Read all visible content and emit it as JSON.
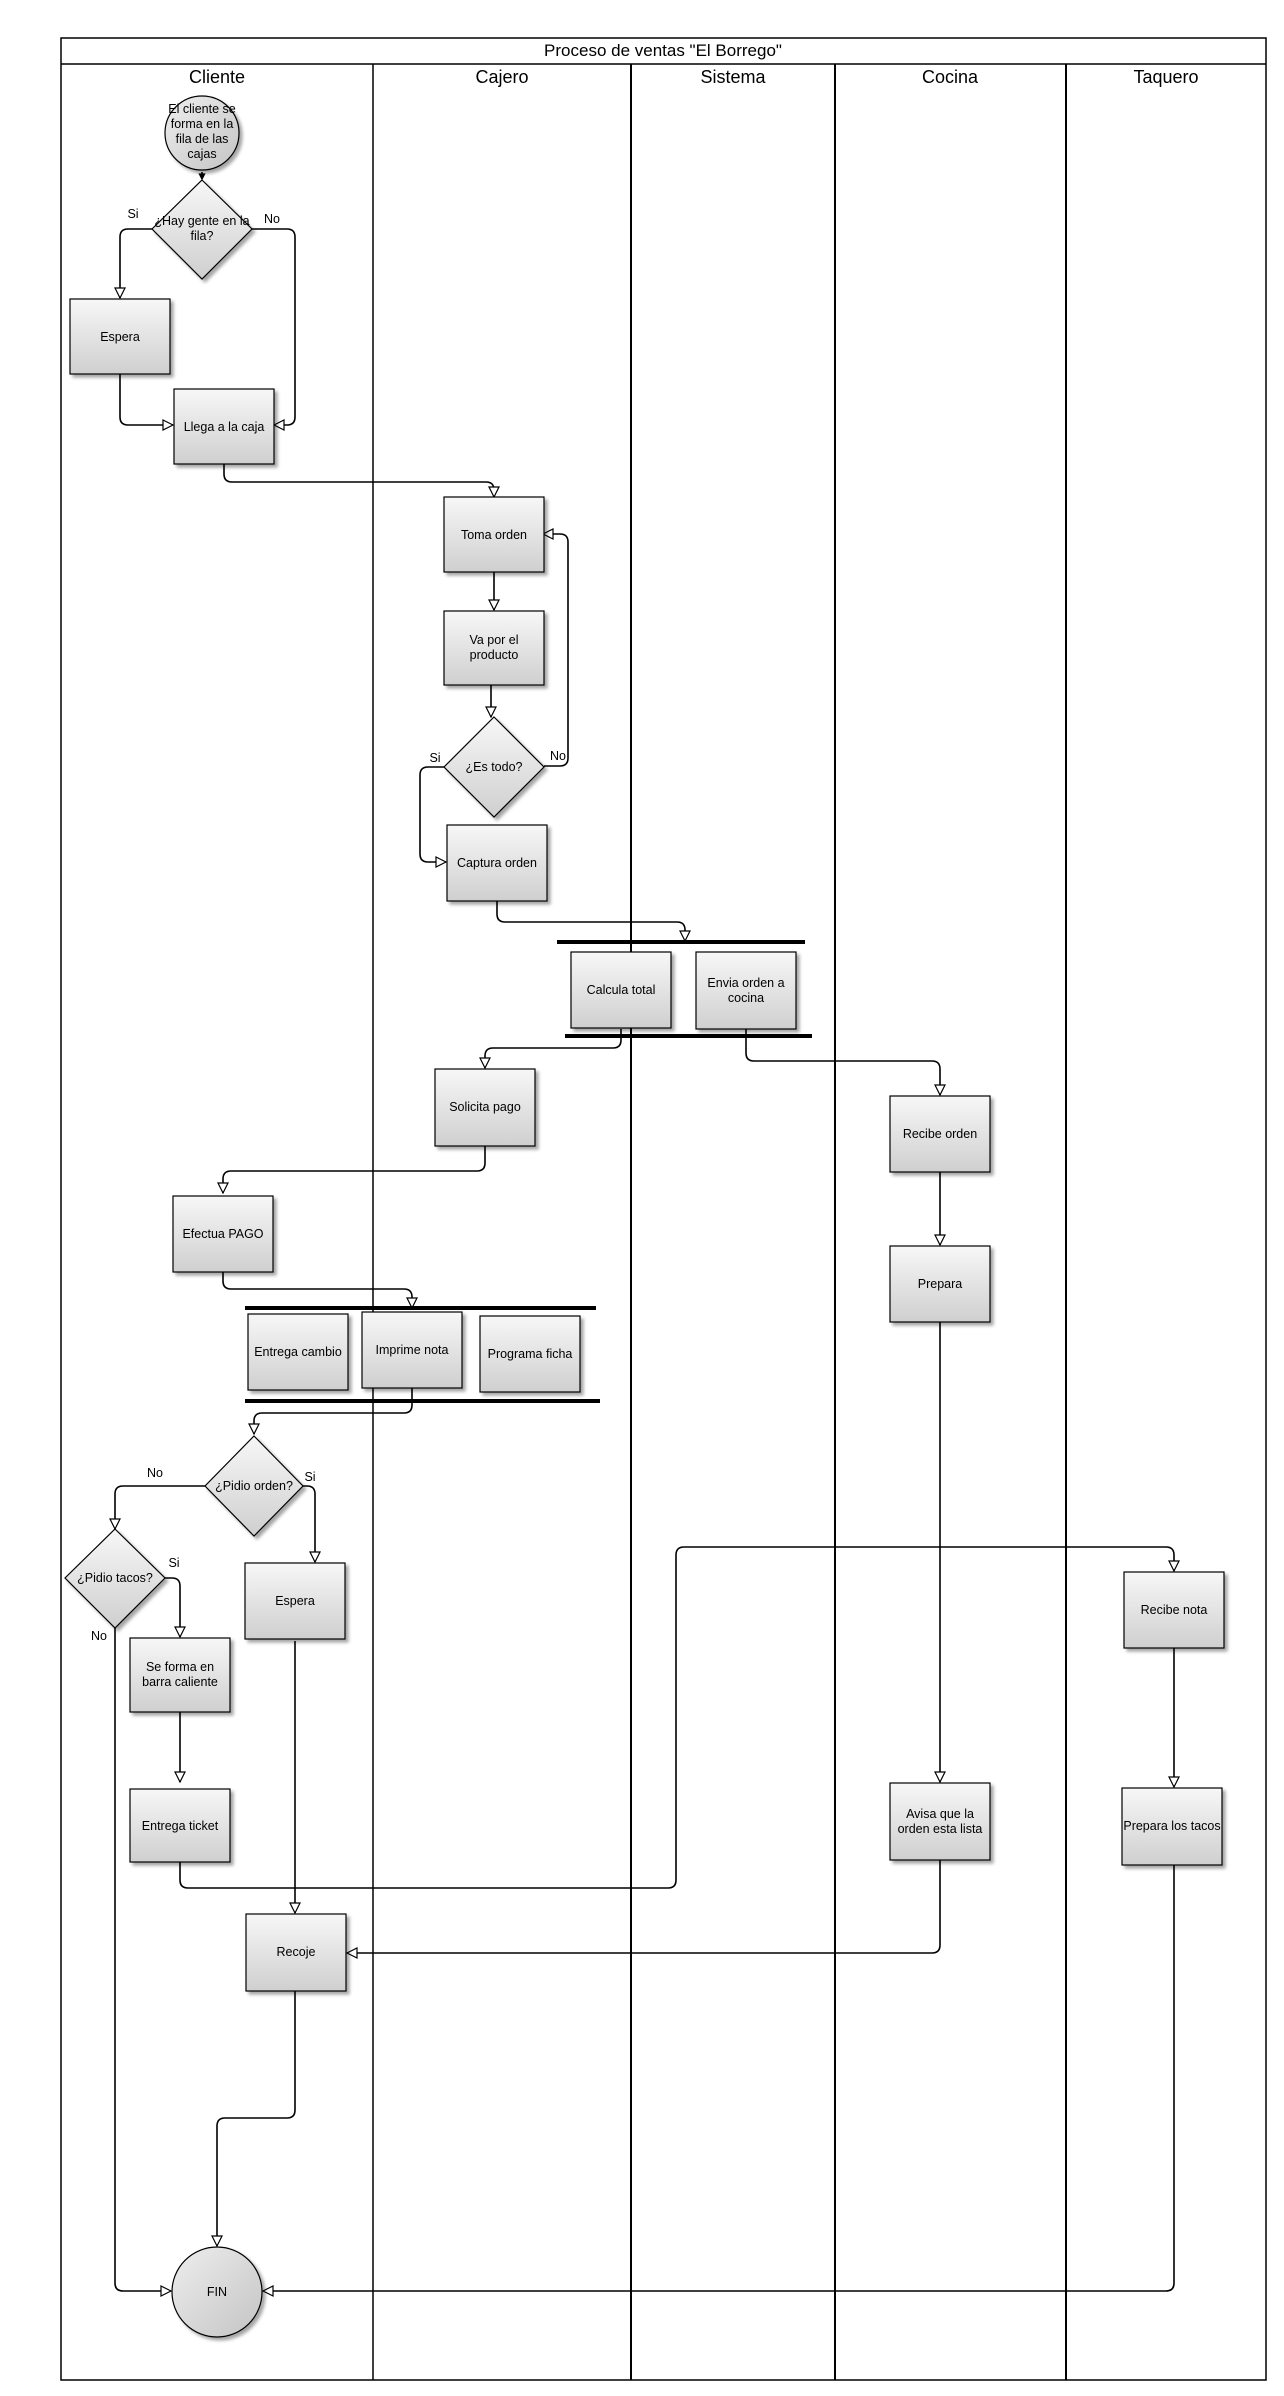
{
  "title": "Proceso de ventas \"El Borrego\"",
  "lanes": [
    "Cliente",
    "Cajero",
    "Sistema",
    "Cocina",
    "Taquero"
  ],
  "nodes": {
    "start": [
      "El cliente se",
      "forma en la",
      "fila de las",
      "cajas"
    ],
    "q_fila": [
      "¿Hay gente en la",
      "fila?"
    ],
    "espera1": [
      "Espera"
    ],
    "llega": [
      "Llega a la caja"
    ],
    "toma": [
      "Toma orden"
    ],
    "va": [
      "Va por el",
      "producto"
    ],
    "q_todo": [
      "¿Es todo?"
    ],
    "captura": [
      "Captura orden"
    ],
    "calcula": [
      "Calcula total"
    ],
    "envia": [
      "Envia orden a",
      "cocina"
    ],
    "solicita": [
      "Solicita pago"
    ],
    "recibe_orden": [
      "Recibe orden"
    ],
    "efectua": [
      "Efectua PAGO"
    ],
    "prepara": [
      "Prepara"
    ],
    "entrega_cambio": [
      "Entrega cambio"
    ],
    "imprime": [
      "Imprime nota"
    ],
    "programa": [
      "Programa ficha"
    ],
    "q_orden": [
      "¿Pidio orden?"
    ],
    "q_tacos": [
      "¿Pidio tacos?"
    ],
    "espera2": [
      "Espera"
    ],
    "recibe_nota": [
      "Recibe nota"
    ],
    "barra": [
      "Se forma en",
      "barra caliente"
    ],
    "ticket": [
      "Entrega ticket"
    ],
    "avisa": [
      "Avisa que la",
      "orden esta lista"
    ],
    "prepara_tacos": [
      "Prepara los tacos"
    ],
    "recoje": [
      "Recoje"
    ],
    "fin": [
      "FIN"
    ]
  },
  "edge_labels": {
    "fila_si": "Si",
    "fila_no": "No",
    "todo_si": "Si",
    "todo_no": "No",
    "orden_no": "No",
    "orden_si": "Si",
    "tacos_si": "Si",
    "tacos_no": "No"
  }
}
